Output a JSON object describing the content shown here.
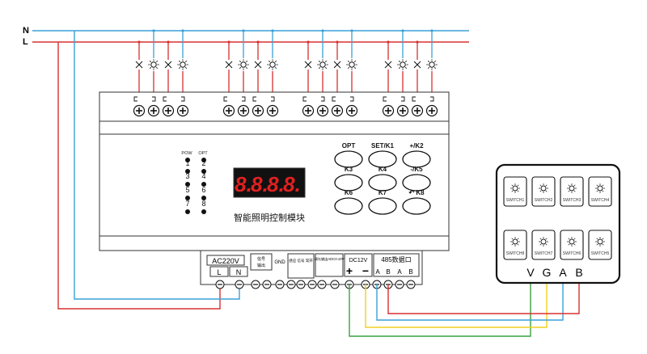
{
  "lines": {
    "n_label": "N",
    "l_label": "L"
  },
  "controller": {
    "title": "智能照明控制模块",
    "display_digits": [
      "8.",
      "8.",
      "8.",
      "8."
    ],
    "led_headers": {
      "pow": "POW",
      "opt": "OPT"
    },
    "left_leds": [
      "1",
      "3",
      "5",
      "7"
    ],
    "right_leds": [
      "2",
      "4",
      "6",
      "8"
    ],
    "keys": [
      {
        "label": "OPT"
      },
      {
        "label": "SET/K1"
      },
      {
        "label": "+/K2"
      },
      {
        "label": "K3"
      },
      {
        "label": "K4"
      },
      {
        "label": "-/K5"
      },
      {
        "label": "K6"
      },
      {
        "label": "K7"
      },
      {
        "label": "↶ K8"
      }
    ]
  },
  "terminals": {
    "ac_label": "AC220V",
    "ac_l": "L",
    "ac_n": "N",
    "group1_top": "信号",
    "group1_sub": "输出",
    "gnd": "GND",
    "group2": "感应 信号 常开",
    "group3": "调光输出ADC0-10V",
    "dc_label": "DC12V",
    "dc_plus": "+",
    "dc_minus": "−",
    "rs485_label": "485数据口",
    "rs485_pins": [
      "A",
      "B",
      "A",
      "B"
    ]
  },
  "switch_panel": {
    "buttons": [
      "SWITCH1",
      "SWITCH2",
      "SWITCH3",
      "SWITCH4",
      "SWITCH8",
      "SWITCH7",
      "SWITCH6",
      "SWITCH5"
    ],
    "pins": [
      "V",
      "G",
      "A",
      "B"
    ]
  },
  "colors": {
    "n_wire": "#3aa0d8",
    "l_wire": "#d93030",
    "yellow_wire": "#f0d020",
    "green_wire": "#3aa040",
    "module_border": "#333333"
  }
}
